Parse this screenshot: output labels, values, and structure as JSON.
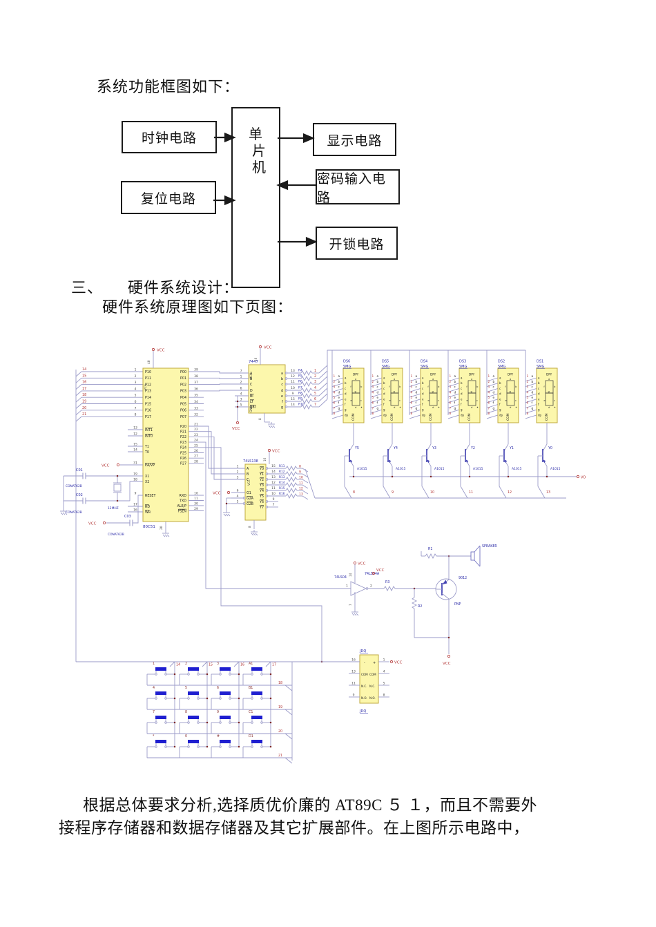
{
  "heading1": "系统功能框图如下：",
  "section": {
    "num": "三、",
    "title": "硬件系统设计：",
    "subtitle": "硬件系统原理图如下页图："
  },
  "paragraph": {
    "line1": "根据总体要求分析,选择质优价廉的 AT89C ５ １，而且不需要外",
    "line2": "接程序存储器和数据存储器及其它扩展部件。在上图所示电路中，"
  },
  "block_diagram": {
    "clock": "时钟电路",
    "reset": "复位电路",
    "mcu": [
      "单",
      "片",
      "机"
    ],
    "display": "显示电路",
    "password": "密码输入电路",
    "unlock": "开锁电路"
  },
  "schematic": {
    "colors": {
      "wire": "#9a9ac8",
      "ic_fill": "#fcf7ac",
      "ic_border": "#bfa93f",
      "label_blue": "#2b2ba8",
      "red": "#b23535",
      "pin_dark": "#4a4a4a",
      "junction": "#7c2727",
      "key_blue": "#1f1fd0",
      "bar_blue": "#4646b4",
      "seg_dark": "#333333"
    },
    "power": {
      "vcc": "VCC",
      "vo": "VO"
    },
    "wire_nums_left": [
      "14",
      "15",
      "16",
      "17",
      "18",
      "19",
      "20",
      "21"
    ],
    "mcu": {
      "name": "80C51",
      "vcc_pin": "40",
      "gnd_pin": "20",
      "vcc_inside": "VCC",
      "port1": [
        [
          "1",
          "P10"
        ],
        [
          "2",
          "P11"
        ],
        [
          "3",
          "P12"
        ],
        [
          "4",
          "P13"
        ],
        [
          "5",
          "P14"
        ],
        [
          "6",
          "P15"
        ],
        [
          "7",
          "P16"
        ],
        [
          "8",
          "P17"
        ]
      ],
      "ctrl": [
        [
          "13",
          "INT1",
          true
        ],
        [
          "12",
          "INT0",
          true
        ],
        [
          "15",
          "T1",
          false
        ],
        [
          "14",
          "T0",
          false
        ],
        [
          "31",
          "EA/VP",
          true
        ],
        [
          "19",
          "X1",
          false
        ],
        [
          "18",
          "X2",
          false
        ],
        [
          "9",
          "RESET",
          false
        ],
        [
          "17",
          "RD",
          true
        ],
        [
          "16",
          "WR",
          true
        ]
      ],
      "port0": [
        [
          "39",
          "P00"
        ],
        [
          "38",
          "P01"
        ],
        [
          "37",
          "P02"
        ],
        [
          "36",
          "P03"
        ],
        [
          "35",
          "P04"
        ],
        [
          "34",
          "P05"
        ],
        [
          "33",
          "P06"
        ],
        [
          "32",
          "P07"
        ]
      ],
      "port2": [
        [
          "21",
          "P20"
        ],
        [
          "22",
          "P21"
        ],
        [
          "23",
          "P22"
        ],
        [
          "24",
          "P23"
        ],
        [
          "25",
          "P24"
        ],
        [
          "26",
          "P25"
        ],
        [
          "27",
          "P26"
        ],
        [
          "28",
          "P27"
        ]
      ],
      "serial": [
        [
          "10",
          "RXD",
          false
        ],
        [
          "11",
          "TXD",
          false
        ],
        [
          "30",
          "ALE/P",
          false
        ],
        [
          "29",
          "PSEN",
          true
        ]
      ]
    },
    "u7447": {
      "name": "7447",
      "vcc_pin": "16",
      "gnd_pin": "8",
      "inputs": [
        [
          "7",
          "A",
          false
        ],
        [
          "1",
          "B",
          false
        ],
        [
          "2",
          "C",
          false
        ],
        [
          "6",
          "D",
          false
        ],
        [
          "4",
          "BI",
          true
        ],
        [
          "3",
          "LT",
          true
        ],
        [
          "5",
          "RBI",
          true
        ]
      ],
      "outputs": [
        [
          "13",
          "a"
        ],
        [
          "12",
          "b"
        ],
        [
          "11",
          "c"
        ],
        [
          "10",
          "d"
        ],
        [
          "9",
          "e"
        ],
        [
          "15",
          "f"
        ],
        [
          "14",
          "g"
        ]
      ]
    },
    "seg_resistors": {
      "names": [
        "R4",
        "R5",
        "R6",
        "R7",
        "R8",
        "R9",
        "R10"
      ],
      "nums": [
        "1",
        "2",
        "3",
        "4",
        "5",
        "6",
        "7"
      ]
    },
    "u138": {
      "name": "74LS138",
      "vcc_pin": "16",
      "gnd_pin": "8",
      "vcc_inside": "VCC",
      "abc": [
        [
          "1",
          "A"
        ],
        [
          "2",
          "B"
        ],
        [
          "3",
          "C"
        ]
      ],
      "enables": [
        [
          "6",
          "G1",
          false
        ],
        [
          "4",
          "G2A",
          true
        ],
        [
          "5",
          "G2B",
          true
        ]
      ],
      "outputs": [
        [
          "15",
          "Y0"
        ],
        [
          "14",
          "Y1"
        ],
        [
          "13",
          "Y2"
        ],
        [
          "12",
          "Y3"
        ],
        [
          "11",
          "Y4"
        ],
        [
          "10",
          "Y5"
        ],
        [
          "9",
          "Y6"
        ],
        [
          "7",
          "Y7"
        ]
      ]
    },
    "digit_resistors": {
      "names": [
        "R11",
        "R12",
        "R13",
        "R14",
        "R15",
        "R16"
      ],
      "nums": [
        "8",
        "9",
        "10",
        "11",
        "12",
        "13"
      ]
    },
    "displays": {
      "names": [
        "DS6",
        "DS5",
        "DS4",
        "DS3",
        "DS2",
        "DS1"
      ],
      "part": "SMG",
      "top_label": "DPY",
      "com": "COM",
      "pin_nums": [
        "1",
        "2",
        "3",
        "4",
        "5",
        "6",
        "7",
        "8"
      ],
      "pin_letters": [
        "a",
        "b",
        "c",
        "d",
        "e",
        "f",
        "g",
        "dp"
      ],
      "seg_letters": [
        "a",
        "b",
        "c",
        "d",
        "e",
        "f",
        "g"
      ]
    },
    "drivers": {
      "names": [
        "Y5",
        "Y4",
        "Y3",
        "Y2",
        "Y1",
        "Y0"
      ],
      "part": "A1015",
      "wire_nums": [
        "8",
        "9",
        "10",
        "11",
        "12",
        "13"
      ]
    },
    "osc": {
      "c1": "C01",
      "c2": "C02",
      "c3": "C03",
      "cap_part": "CONAT62B",
      "crystal": "12MHZ"
    },
    "audio": {
      "gate_name": "74LS04",
      "gate_name2": "74LS04A",
      "in_pin": "1",
      "out_pin": "2",
      "vcc_pin": "14",
      "gnd_pin": "7",
      "r1": "R1",
      "r2": "R2",
      "r3": "R3",
      "transistor": "9012",
      "transistor_type": "PNP",
      "speaker": "SPEAKER"
    },
    "relay": {
      "name": "JDQ",
      "rows": [
        [
          "16",
          "-",
          "+",
          "1"
        ],
        [
          "13",
          "COM",
          "COM",
          "4"
        ],
        [
          "11",
          "N.C.",
          "N.C.",
          "5"
        ],
        [
          "9",
          "N.O.",
          "N.O.",
          "8"
        ]
      ]
    },
    "keypad": {
      "keys": [
        [
          "1",
          "2",
          "3",
          "A1"
        ],
        [
          "4",
          "5",
          "6",
          "B1"
        ],
        [
          "7",
          "8",
          "9",
          "C1"
        ],
        [
          "*",
          "0",
          "#",
          "D1"
        ]
      ],
      "col_nums": [
        "14",
        "15",
        "16",
        "17"
      ],
      "row_nums": [
        "18",
        "19",
        "20",
        "21"
      ]
    }
  }
}
